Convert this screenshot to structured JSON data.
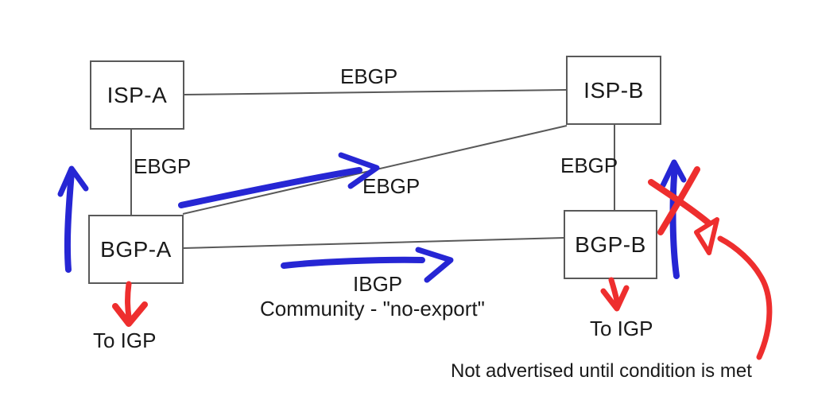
{
  "diagram": {
    "nodes": {
      "isp_a": "ISP-A",
      "isp_b": "ISP-B",
      "bgp_a": "BGP-A",
      "bgp_b": "BGP-B"
    },
    "edges": {
      "isp_a_isp_b": "EBGP",
      "isp_a_bgp_a": "EBGP",
      "isp_b_bgp_b": "EBGP",
      "bgp_a_isp_b": "EBGP",
      "bgp_a_bgp_b": "IBGP",
      "community": "Community - \"no-export\""
    },
    "annotations": {
      "to_igp_left": "To IGP",
      "to_igp_right": "To IGP",
      "condition_note": "Not advertised until condition is met"
    },
    "colors": {
      "line_gray": "#595959",
      "arrow_blue": "#2626d4",
      "arrow_red": "#ee2e2e",
      "text_black": "#1a1a1a",
      "background": "#ffffff"
    }
  }
}
